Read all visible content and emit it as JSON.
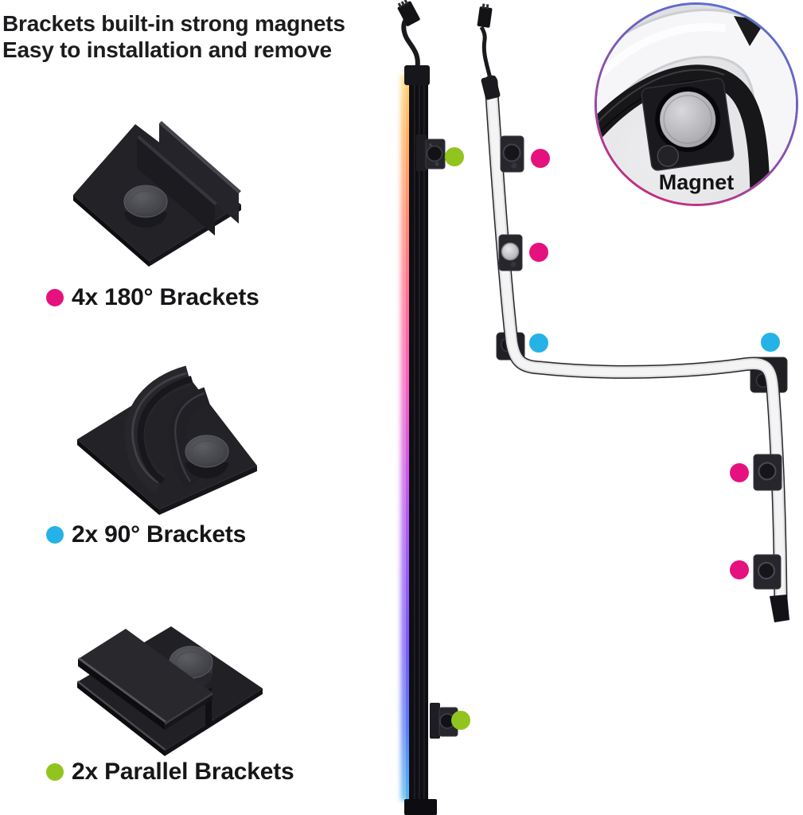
{
  "title": {
    "line1": "Brackets built-in strong magnets",
    "line2": "Easy to installation and remove"
  },
  "legend": {
    "items": [
      {
        "id": "brackets-180",
        "label": "4x 180° Brackets",
        "color": "#E5117E"
      },
      {
        "id": "brackets-90",
        "label": "2x 90° Brackets",
        "color": "#25B2E6"
      },
      {
        "id": "brackets-parallel",
        "label": "2x Parallel Brackets",
        "color": "#92C41F"
      }
    ]
  },
  "inset": {
    "label": "Magnet",
    "ring_top_color": "#4A79D9",
    "ring_mid_color": "#8A4FAE",
    "ring_bottom_color": "#D6236E"
  },
  "strip": {
    "rgb_glow_colors": [
      "#FFD879",
      "#FFB25C",
      "#FF8A75",
      "#FF6F95",
      "#F75FC0",
      "#C95AE8",
      "#9D5BF5",
      "#7A5BF8",
      "#5A7DF5",
      "#55B8F2"
    ]
  }
}
